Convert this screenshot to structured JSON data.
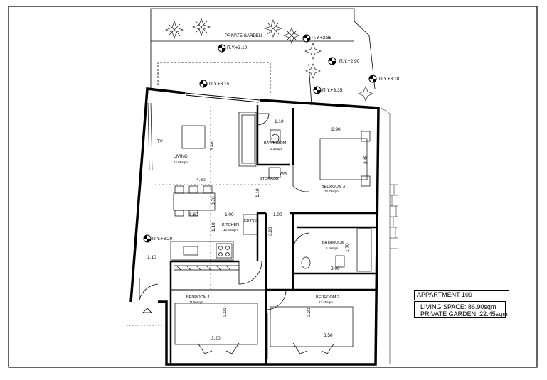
{
  "garden_label": "PRIVATE GARDEN",
  "levels": [
    "Π.Υ.+2.85",
    "Π.Υ.+3.10",
    "Π.Υ.+2.90",
    "Π.Υ.+3.10",
    "Π.Υ.+3.15",
    "Π.Υ.+3.35",
    "Π.Υ.+3.20"
  ],
  "rooms": {
    "living": {
      "name": "LIVING",
      "area": "12.05sqm"
    },
    "tv": "TV",
    "bathroom_small": {
      "name": "BATHROOM",
      "area": "2.36sqm"
    },
    "bedroom3": {
      "name": "BEDROOM 3",
      "area": "12.28sqm"
    },
    "storage": "STORAGE",
    "wm": "WM",
    "kitchen": {
      "name": "KITCHEN",
      "area": "12.30sqm"
    },
    "fridge": "FRIDGE",
    "bathroom": {
      "name": "BATHROOM",
      "area": "5.10sqm"
    },
    "bedroom1": {
      "name": "BEDROOM 1",
      "area": "11.56sqm"
    },
    "bedroom2": {
      "name": "BEDROOM 2",
      "area": "12.45sqm"
    }
  },
  "dimensions": [
    "3.40",
    "4.30",
    "1.10",
    "2.90",
    "3.45",
    "0.70",
    "1.10",
    "1.60",
    "1.00",
    "1.00",
    "1.10",
    "3.90",
    "1.70",
    "3.00",
    "1.10",
    "3.00",
    "3.20",
    "3.20",
    "3.50"
  ],
  "info": {
    "title": "APPARTMENT 109",
    "living_space": "LIVING SPACE:  86.90sqm",
    "garden": "PRIVATE GARDEN: 22.45sqm"
  }
}
